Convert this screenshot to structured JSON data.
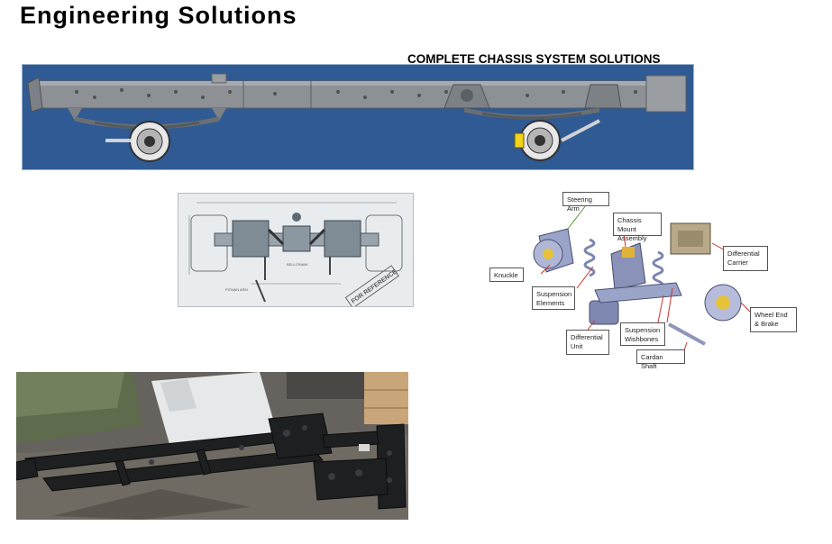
{
  "page": {
    "title": "Engineering Solutions",
    "subtitle": "COMPLETE CHASSIS SYSTEM SOLUTIONS"
  },
  "colors": {
    "side_view_background": "#2f5a93",
    "frame_grey": "#8d9196",
    "callout_border": "#555555",
    "arrow_red": "#d0312d",
    "arrow_green": "#5a9a3a"
  },
  "exploded_view": {
    "callouts": {
      "steering_arm": "Steering Arm",
      "chassis_mount_line1": "Chassis Mount",
      "chassis_mount_line2": "Assembly",
      "differential_carrier_line1": "Differential",
      "differential_carrier_line2": "Carrier",
      "knuckle": "Knuckle",
      "suspension_elements_line1": "Suspension",
      "suspension_elements_line2": "Elements",
      "wheel_end_line1": "Wheel End",
      "wheel_end_line2": "& Brake",
      "differential_unit_line1": "Differential",
      "differential_unit_line2": "Unit",
      "suspension_wishbones_line1": "Suspension",
      "suspension_wishbones_line2": "Wishbones",
      "cardan_shaft": "Cardan Shaft"
    }
  },
  "drawing": {
    "stamp_text": "FOR REFERENCE",
    "notes": "BELLCRANK ATTACHMENT DETAILS DEPENDS ON VEHICLE",
    "pitman_note": "PITMAN ARM POSITION DEPENDS ON VEHICLE"
  }
}
